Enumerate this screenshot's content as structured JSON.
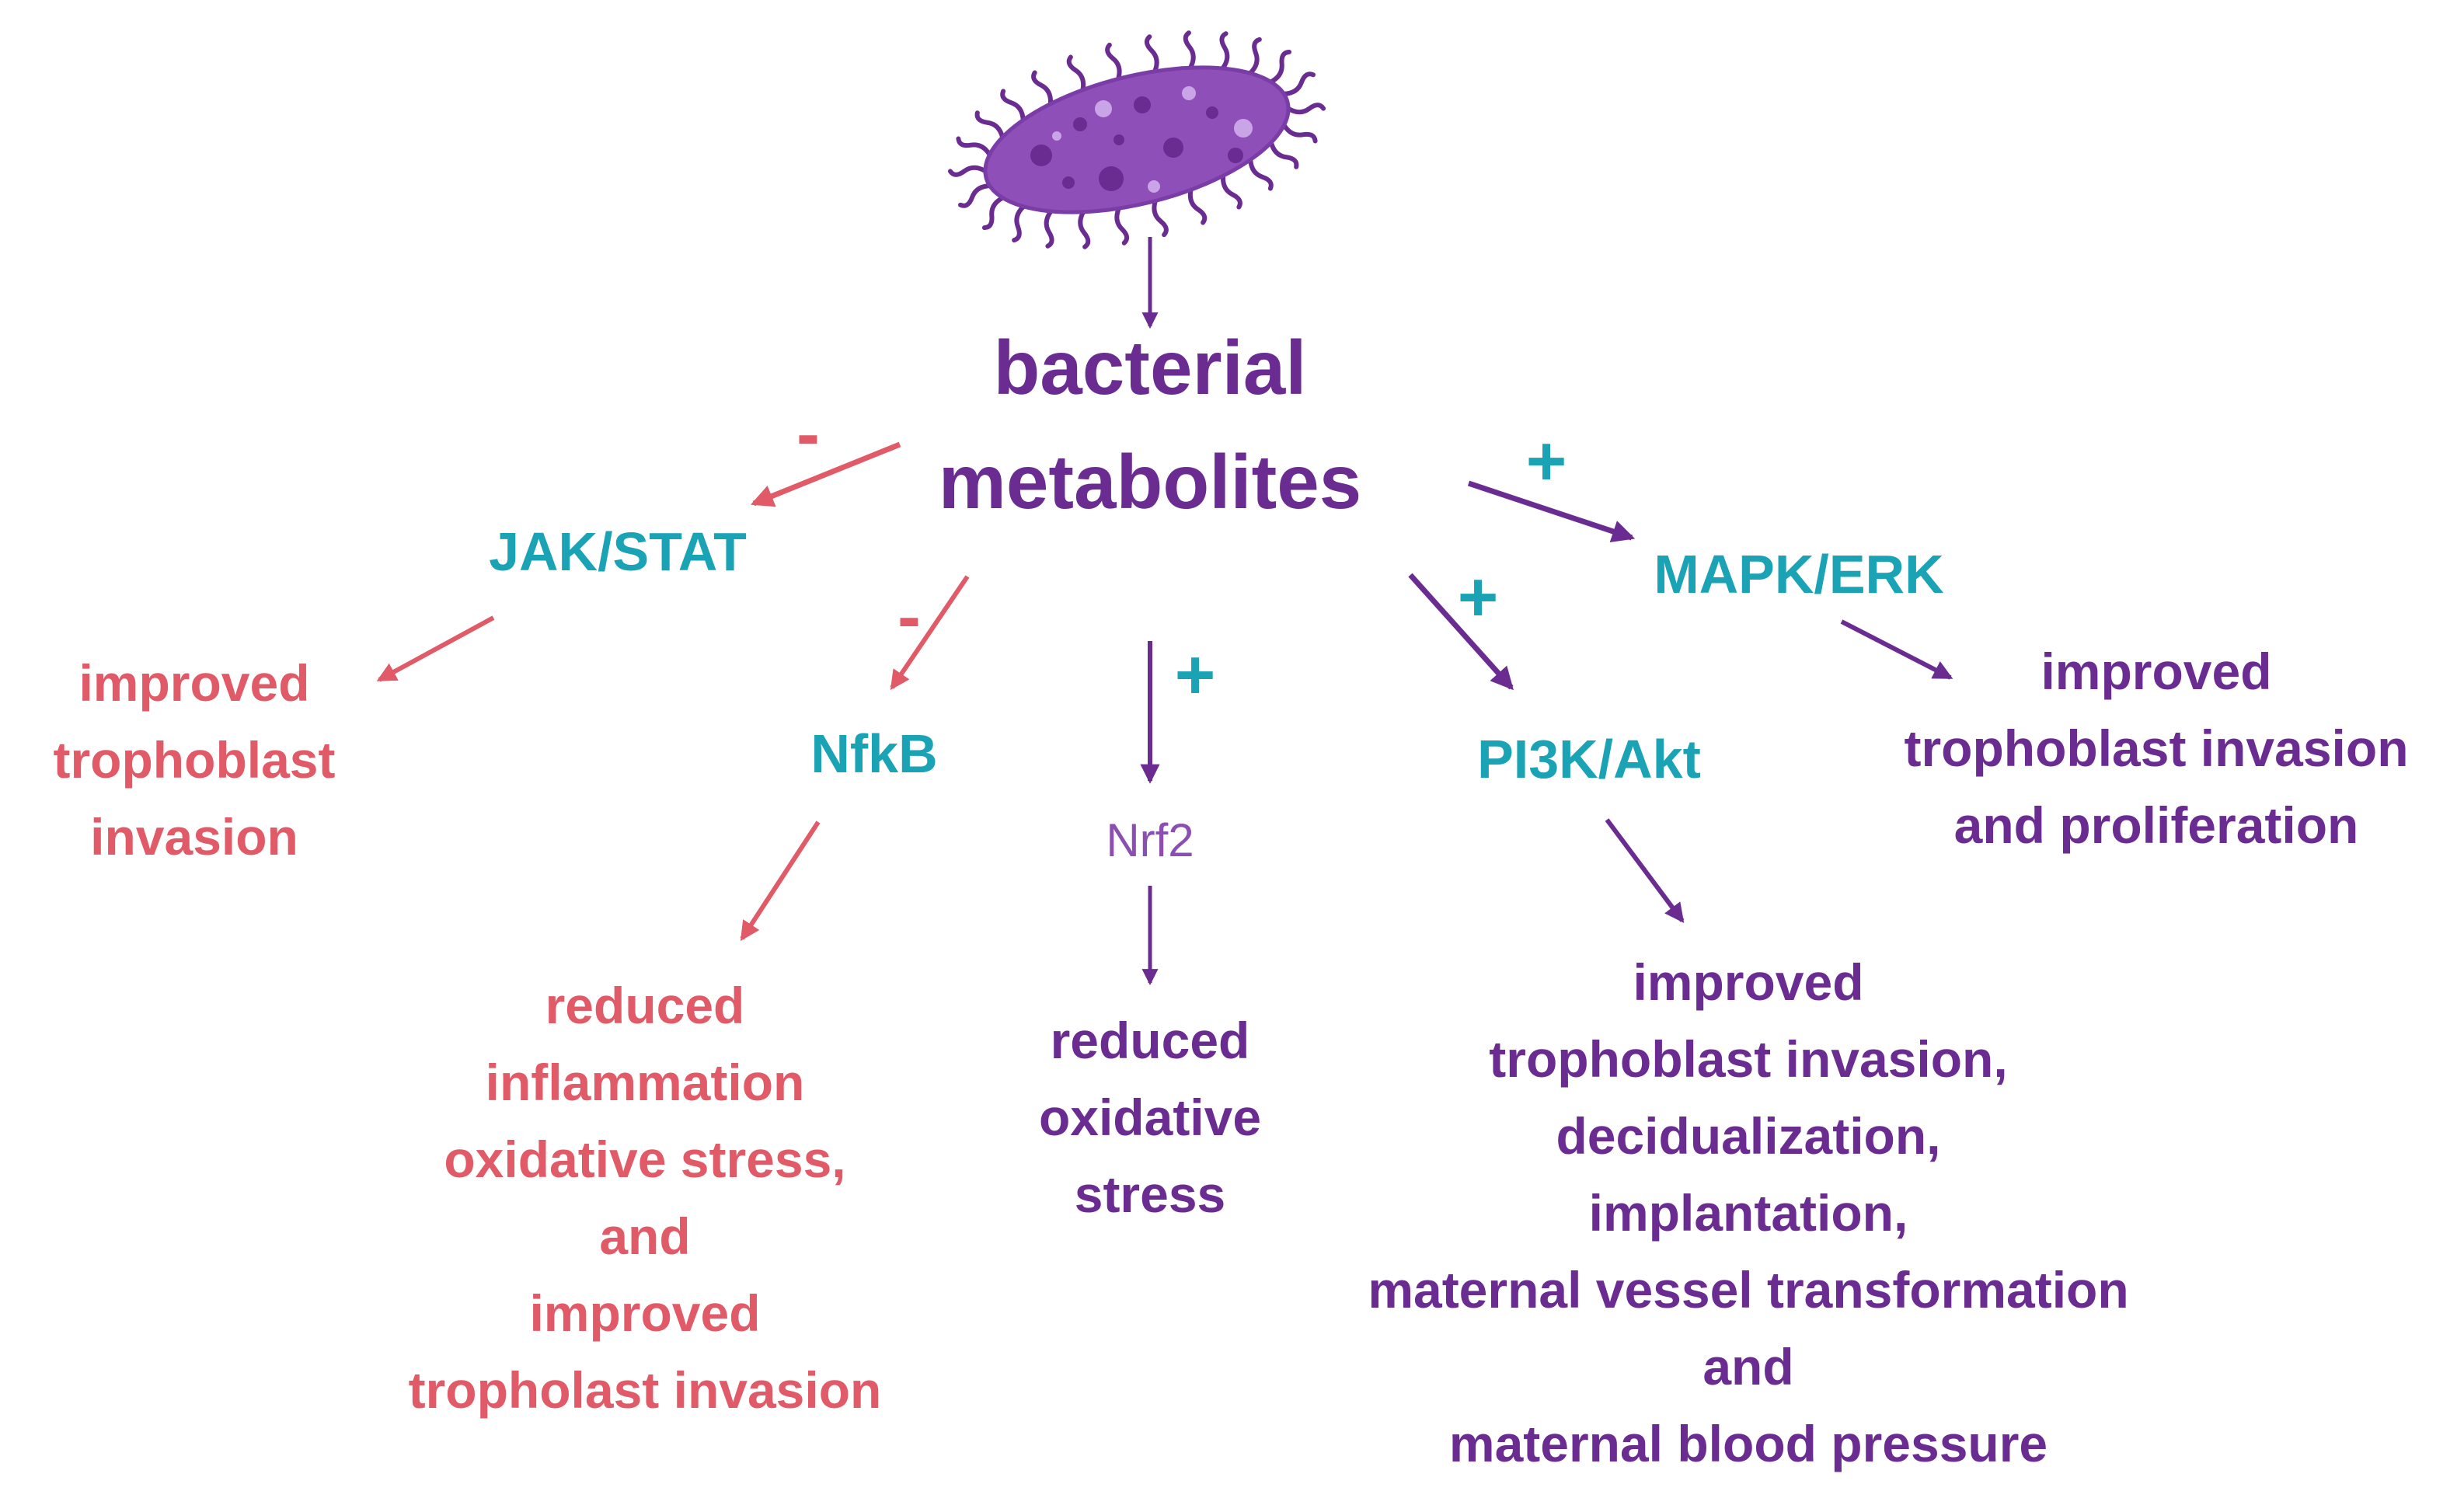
{
  "source": {
    "lines": [
      "bacterial",
      "metabolites"
    ]
  },
  "pathways": {
    "jak_stat": {
      "label": "JAK/STAT",
      "sign": "-"
    },
    "nfkb": {
      "label": "NfkB",
      "sign": "-"
    },
    "nrf2": {
      "label": "Nrf2",
      "sign": "+"
    },
    "pi3k_akt": {
      "label": "PI3K/Akt",
      "sign": "+"
    },
    "mapk_erk": {
      "label": "MAPK/ERK",
      "sign": "+"
    }
  },
  "outcomes": {
    "jak_stat": [
      "improved",
      "trophoblast",
      "invasion"
    ],
    "nfkb": [
      "reduced",
      "inflammation",
      "oxidative stress,",
      "and",
      "improved",
      "tropholast invasion"
    ],
    "nrf2": [
      "reduced",
      "oxidative",
      "stress"
    ],
    "pi3k_akt": [
      "improved",
      "trophoblast invasion,",
      "decidualization,",
      "implantation,",
      "maternal vessel transformation",
      "and",
      "maternal blood pressure"
    ],
    "mapk_erk": [
      "improved",
      "trophoblast invasion",
      "and proliferation"
    ]
  },
  "colors": {
    "purple": "#6a2c91",
    "teal": "#1aa3b5",
    "red": "#e05a67",
    "bacterium_body": "#8e4fb8",
    "bacterium_spots": "#6a2c91",
    "bacterium_highlight": "#c9a4e6"
  },
  "icons": {
    "source_icon": "bacterium-icon"
  }
}
